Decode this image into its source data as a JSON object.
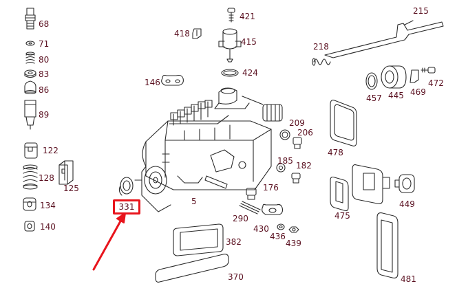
{
  "labels": {
    "p68": "68",
    "p71": "71",
    "p80": "80",
    "p83": "83",
    "p86": "86",
    "p89": "89",
    "p122": "122",
    "p128": "128",
    "p125": "125",
    "p134": "134",
    "p140": "140",
    "p421": "421",
    "p418": "418",
    "p415": "415",
    "p424": "424",
    "p146": "146",
    "p5": "5",
    "p331": "331",
    "p218": "218",
    "p215": "215",
    "p457": "457",
    "p445": "445",
    "p469": "469",
    "p472": "472",
    "p478": "478",
    "p209": "209",
    "p206": "206",
    "p185": "185",
    "p182": "182",
    "p176": "176",
    "p290": "290",
    "p430": "430",
    "p436": "436",
    "p439": "439",
    "p382": "382",
    "p370": "370",
    "p475": "475",
    "p449": "449",
    "p481": "481"
  },
  "highlight": {
    "part": "331",
    "color": "#e8141c"
  },
  "colors": {
    "line": "#2a2a2a",
    "label": "#5a1020",
    "accent": "#e8141c"
  }
}
